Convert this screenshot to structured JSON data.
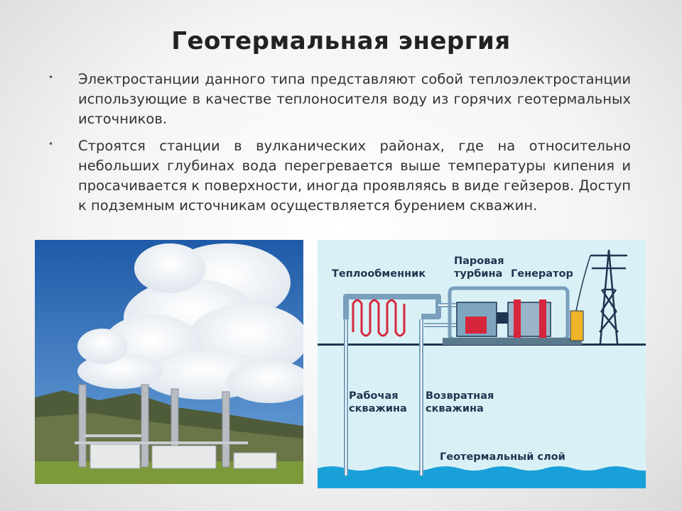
{
  "title": "Геотермальная энергия",
  "bullets": [
    "Электростанции данного типа представляют собой теплоэлектростанции использующие в качестве теплоносителя воду из горячих геотермальных источников.",
    "Строятся станции в вулканических районах, где на относительно небольших глубинах вода перегревается выше температуры кипения и просачивается к поверхности, иногда проявляясь в виде гейзеров. Доступ к подземным источникам осуществляется бурением скважин."
  ],
  "diagram": {
    "heat_exchanger": "Теплообменник",
    "steam_turbine_line1": "Паровая",
    "steam_turbine_line2": "турбина",
    "generator": "Генератор",
    "production_well_line1": "Рабочая",
    "production_well_line2": "скважина",
    "return_well_line1": "Возвратная",
    "return_well_line2": "скважина",
    "geothermal_layer": "Геотермальный слой"
  },
  "colors": {
    "sky": "#2a67b4",
    "diagram_bg": "#d9f1f6",
    "pipe": "#7a9fbd",
    "hot_pipe": "#d6263b",
    "water": "#1aa0d8",
    "label": "#1f3550"
  }
}
